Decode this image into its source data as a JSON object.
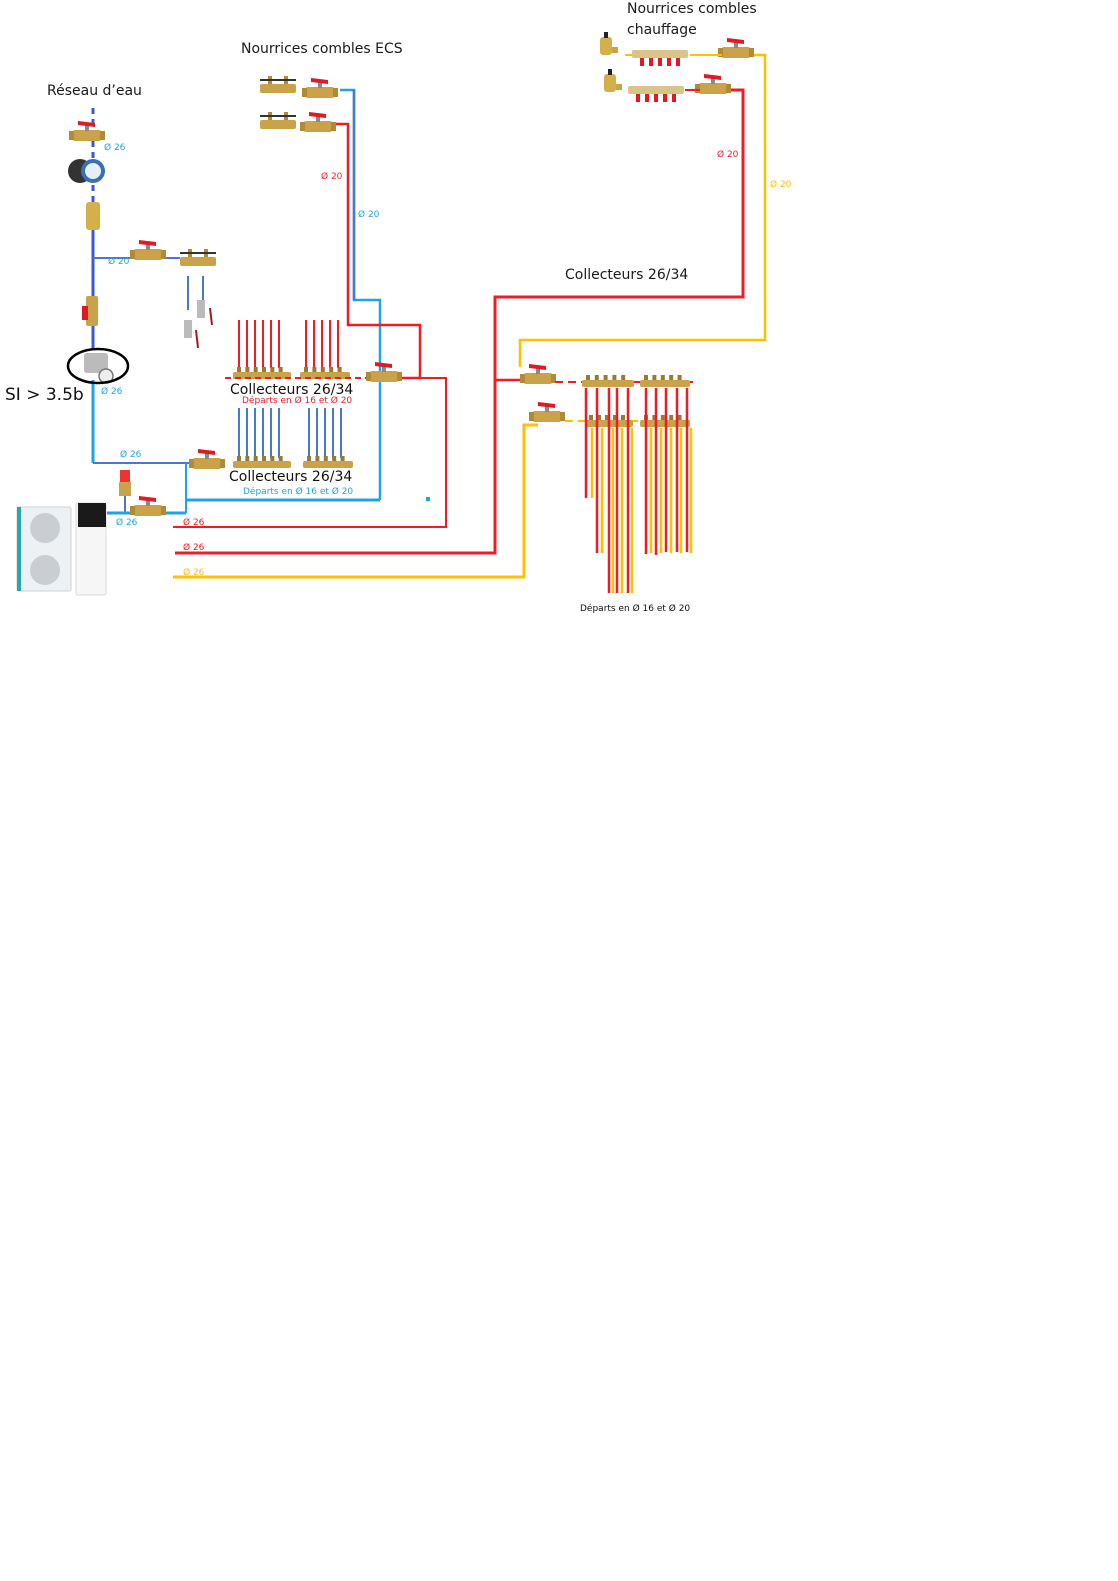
{
  "colors": {
    "cold": "#1fa3e6",
    "cold_dark": "#3a5bd0",
    "cold_mid": "#4a78cc",
    "hot": "#ee1c24",
    "heat": "#ffc000",
    "brass": "#c9a24a",
    "valve_red": "#e01a22"
  },
  "titles": {
    "reseau": "Réseau d’eau",
    "ecs": "Nourrices combles ECS",
    "chauffage_line1": "Nourrices combles",
    "chauffage_line2": "chauffage",
    "collecteurs_top": "Collecteurs 26/34"
  },
  "pressure_note": "SI > 3.5b",
  "collectors": {
    "hot_label": "Collecteurs 26/34",
    "hot_departs": "Départs en Ø 16 et Ø 20",
    "cold_label": "Collecteurs 26/34",
    "cold_departs": "Départs en Ø 16 et Ø 20",
    "heating_departs": "Départs en Ø 16 et Ø 20"
  },
  "pipe_labels": {
    "reseau_main": "Ø 26",
    "reseau_branch": "Ø 20",
    "reducer_out": "Ø 26",
    "cold_feed": "Ø 26",
    "heatpump_out": "Ø 26",
    "hot_1": "Ø 26",
    "hot_2": "Ø 26",
    "heat_1": "Ø 26",
    "ecs_hot": "Ø 20",
    "ecs_cold": "Ø 20",
    "chauf_hot": "Ø 20",
    "chauf_heat": "Ø 20"
  },
  "components": [
    "ball-valve",
    "water-meter",
    "check-valve",
    "pressure-reducer",
    "safety-valve",
    "heat-pump-outdoor-unit",
    "indoor-tank-unit",
    "manifold",
    "air-vent",
    "garden-tap"
  ]
}
